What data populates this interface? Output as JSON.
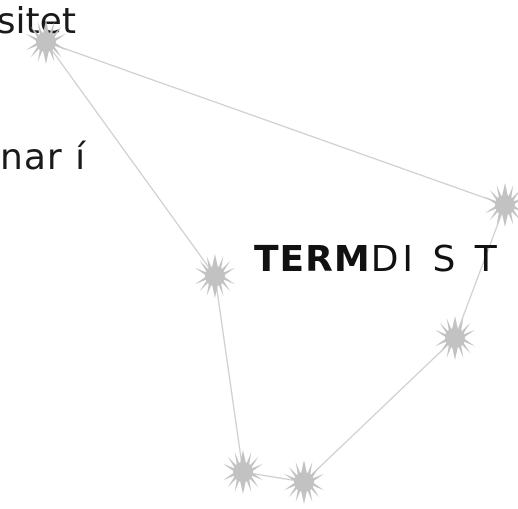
{
  "background_text": {
    "line1": "rsitet",
    "line2": "nar í"
  },
  "logo": {
    "bold": "TERM",
    "light": "DI S  T"
  },
  "colors": {
    "star": "#c2c2c2",
    "line": "#cfcfcf",
    "text": "#1a1a1a"
  },
  "icons": [
    "star-icon"
  ]
}
